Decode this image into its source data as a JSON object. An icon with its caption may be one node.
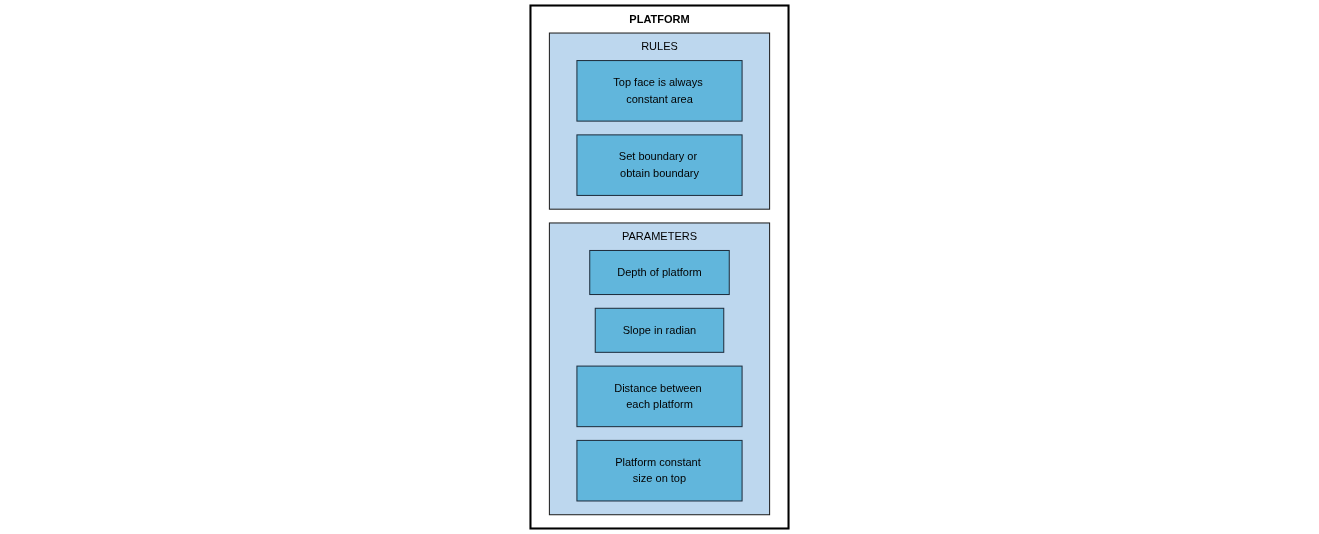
{
  "diagram": {
    "nodes": [
      {
        "text": [
          "PLATFORM"
        ]
      },
      {
        "text": [
          "PARAMETERS"
        ],
        "in": 0
      },
      {
        "text": [
          "Depth of platform"
        ],
        "in": 1
      },
      {
        "text": [
          "Slope in radian"
        ],
        "in": 1
      },
      {
        "text": [
          "Distance between each platform"
        ],
        "in": 1
      },
      {
        "text": [
          "Platform constant size on top"
        ],
        "in": 1
      },
      {
        "text": [
          "RULES"
        ],
        "in": 0
      },
      {
        "text": [
          "Top face is always constant area"
        ],
        "in": 6
      },
      {
        "text": [
          "Set boundary or obtain boundary"
        ],
        "in": 6
      }
    ]
  }
}
